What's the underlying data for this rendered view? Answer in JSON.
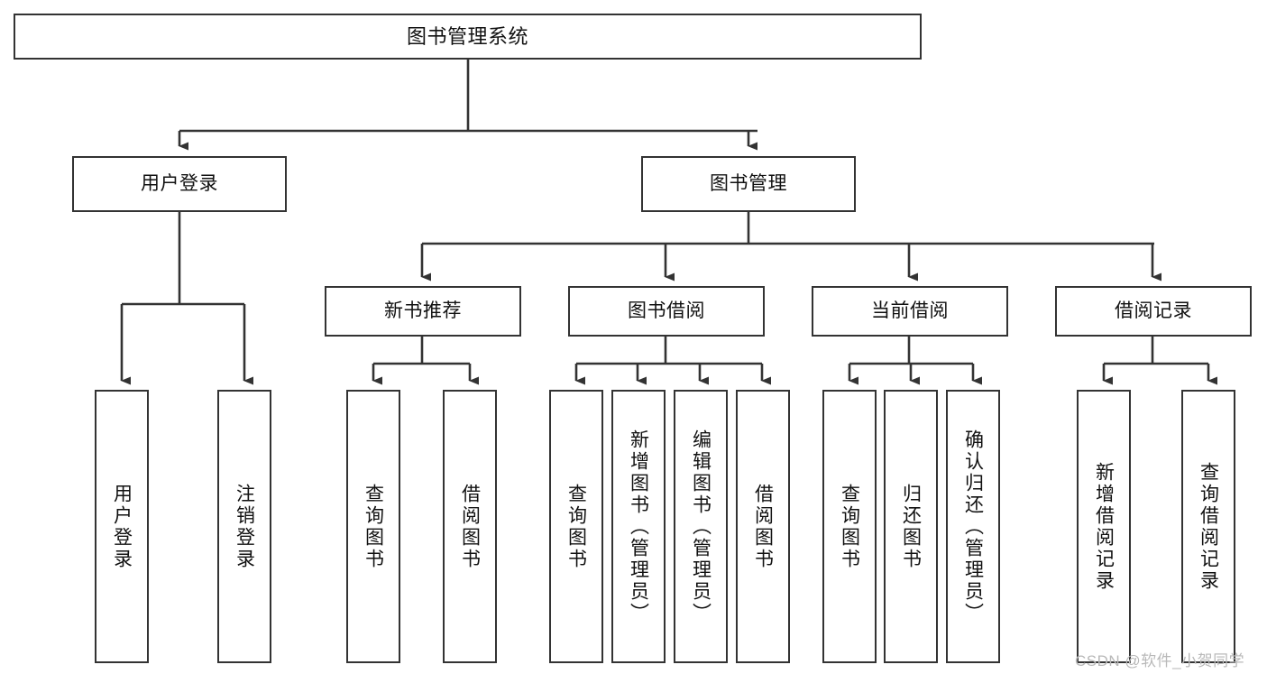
{
  "diagram": {
    "title": "图书管理系统",
    "type": "tree",
    "root": {
      "id": "root",
      "label": "图书管理系统",
      "orientation": "horizontal"
    },
    "level2": [
      {
        "id": "user-login",
        "label": "用户登录",
        "orientation": "horizontal"
      },
      {
        "id": "book-manage",
        "label": "图书管理",
        "orientation": "horizontal"
      }
    ],
    "level3": [
      {
        "id": "new-book-recommend",
        "label": "新书推荐",
        "orientation": "horizontal",
        "parent": "book-manage"
      },
      {
        "id": "book-borrow",
        "label": "图书借阅",
        "orientation": "horizontal",
        "parent": "book-manage"
      },
      {
        "id": "current-borrow",
        "label": "当前借阅",
        "orientation": "horizontal",
        "parent": "book-manage"
      },
      {
        "id": "borrow-record",
        "label": "借阅记录",
        "orientation": "horizontal",
        "parent": "book-manage"
      }
    ],
    "leaves": [
      {
        "id": "leaf-user-login",
        "label": "用户登录",
        "parent": "user-login"
      },
      {
        "id": "leaf-user-logout",
        "label": "注销登录",
        "parent": "user-login"
      },
      {
        "id": "leaf-query-book-1",
        "label": "查询图书",
        "parent": "new-book-recommend"
      },
      {
        "id": "leaf-borrow-book-1",
        "label": "借阅图书",
        "parent": "new-book-recommend"
      },
      {
        "id": "leaf-query-book-2",
        "label": "查询图书",
        "parent": "book-borrow"
      },
      {
        "id": "leaf-add-book",
        "label": "新增图书（管理员）",
        "parent": "book-borrow"
      },
      {
        "id": "leaf-edit-book",
        "label": "编辑图书（管理员）",
        "parent": "book-borrow"
      },
      {
        "id": "leaf-borrow-book-2",
        "label": "借阅图书",
        "parent": "book-borrow"
      },
      {
        "id": "leaf-query-book-3",
        "label": "查询图书",
        "parent": "current-borrow"
      },
      {
        "id": "leaf-return-book",
        "label": "归还图书",
        "parent": "current-borrow"
      },
      {
        "id": "leaf-confirm-return",
        "label": "确认归还（管理员）",
        "parent": "current-borrow"
      },
      {
        "id": "leaf-add-record",
        "label": "新增借阅记录",
        "parent": "borrow-record"
      },
      {
        "id": "leaf-query-record",
        "label": "查询借阅记录",
        "parent": "borrow-record"
      }
    ]
  },
  "watermark": {
    "text": "CSDN @软件_小贺同学"
  },
  "colors": {
    "background": "#ffffff",
    "box_border": "#333333",
    "box_fill": "#ffffff",
    "text": "#111111",
    "connector": "#333333",
    "watermark": "#b9b9b9"
  }
}
